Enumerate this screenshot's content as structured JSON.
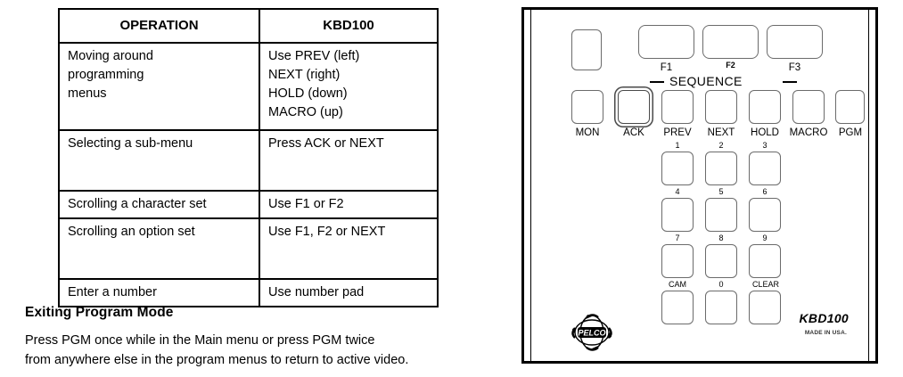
{
  "table": {
    "headers": [
      "OPERATION",
      "KBD100"
    ],
    "rows": [
      {
        "operation": [
          "Moving around",
          "programming",
          "menus"
        ],
        "kbd100": [
          "Use PREV (left)",
          "NEXT (right)",
          "HOLD (down)",
          "MACRO (up)"
        ]
      },
      {
        "operation": [
          "Selecting a sub-menu"
        ],
        "kbd100": [
          "Press ACK or NEXT"
        ]
      },
      {
        "operation": [
          "Scrolling a character set"
        ],
        "kbd100": [
          "Use F1 or F2"
        ]
      },
      {
        "operation": [
          "Scrolling an option set"
        ],
        "kbd100": [
          "Use F1, F2 or NEXT"
        ]
      },
      {
        "operation": [
          "Enter a number"
        ],
        "kbd100": [
          "Use number pad"
        ]
      }
    ]
  },
  "section": {
    "heading": "Exiting Program Mode",
    "body_lines": [
      "Press PGM once while in the Main menu or press PGM twice",
      "from anywhere else in the program menus to return to active video."
    ]
  },
  "keypad": {
    "function_keys": [
      {
        "label": "F1"
      },
      {
        "label": "F2"
      },
      {
        "label": "F3"
      }
    ],
    "sequence_label": "SEQUENCE",
    "command_keys": [
      {
        "label": "MON"
      },
      {
        "label": "ACK"
      },
      {
        "label": "PREV"
      },
      {
        "label": "NEXT"
      },
      {
        "label": "HOLD"
      },
      {
        "label": "MACRO"
      },
      {
        "label": "PGM"
      }
    ],
    "number_pad": [
      [
        "1",
        "2",
        "3"
      ],
      [
        "4",
        "5",
        "6"
      ],
      [
        "7",
        "8",
        "9"
      ],
      [
        "CAM",
        "0",
        "CLEAR"
      ]
    ],
    "brand": "PELCO",
    "model": "KBD100",
    "origin": "MADE IN USA."
  }
}
